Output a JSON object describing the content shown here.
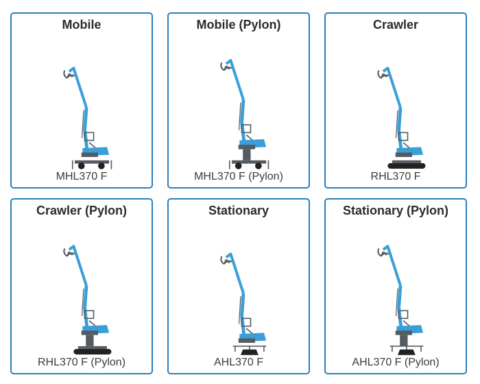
{
  "colors": {
    "border": "#2a7fbd",
    "machine_blue": "#3a9fd8",
    "machine_dark": "#555b62"
  },
  "cards": [
    {
      "title": "Mobile",
      "model": "MHL370 F",
      "base": "wheels",
      "icon": "mobile-material-handler-icon"
    },
    {
      "title": "Mobile (Pylon)",
      "model": "MHL370 F (Pylon)",
      "base": "wheels-pylon",
      "icon": "mobile-pylon-material-handler-icon"
    },
    {
      "title": "Crawler",
      "model": "RHL370 F",
      "base": "tracks",
      "icon": "crawler-material-handler-icon"
    },
    {
      "title": "Crawler (Pylon)",
      "model": "RHL370 F (Pylon)",
      "base": "tracks-pylon",
      "icon": "crawler-pylon-material-handler-icon"
    },
    {
      "title": "Stationary",
      "model": "AHL370 F",
      "base": "stationary",
      "icon": "stationary-material-handler-icon"
    },
    {
      "title": "Stationary (Pylon)",
      "model": "AHL370 F (Pylon)",
      "base": "stationary-pylon",
      "icon": "stationary-pylon-material-handler-icon"
    }
  ]
}
